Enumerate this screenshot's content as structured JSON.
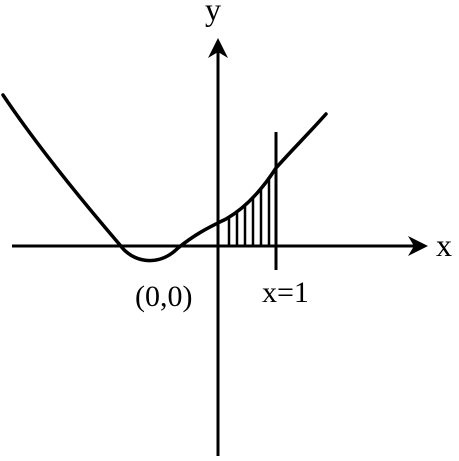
{
  "diagram": {
    "labels": {
      "y_axis": "y",
      "x_axis": "x",
      "point": "(0,0)",
      "line": "x=1"
    },
    "colors": {
      "stroke": "#000000",
      "background": "#ffffff"
    }
  }
}
